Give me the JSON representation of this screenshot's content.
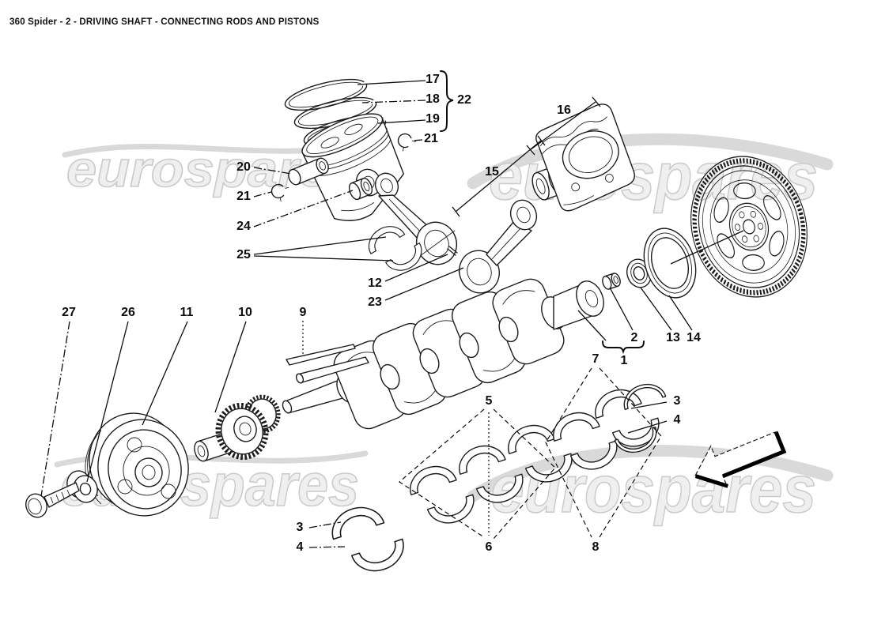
{
  "title": "360 Spider - 2 - DRIVING SHAFT - CONNECTING RODS AND PISTONS",
  "watermark": {
    "brand": "eurospares",
    "color": "#d9d9d9"
  },
  "colors": {
    "line": "#1c1c1c",
    "background": "#ffffff"
  },
  "callouts": {
    "n17": "17",
    "n18": "18",
    "n19": "19",
    "n22": "22",
    "n21a": "21",
    "n20": "20",
    "n21b": "21",
    "n24": "24",
    "n25": "25",
    "n12": "12",
    "n23": "23",
    "n16": "16",
    "n15": "15",
    "n27": "27",
    "n26": "26",
    "n11": "11",
    "n10": "10",
    "n9": "9",
    "n2": "2",
    "n1": "1",
    "n13": "13",
    "n14": "14",
    "n7": "7",
    "n5": "5",
    "n6": "6",
    "n8": "8",
    "n3a": "3",
    "n4a": "4",
    "n3b": "3",
    "n4b": "4"
  }
}
